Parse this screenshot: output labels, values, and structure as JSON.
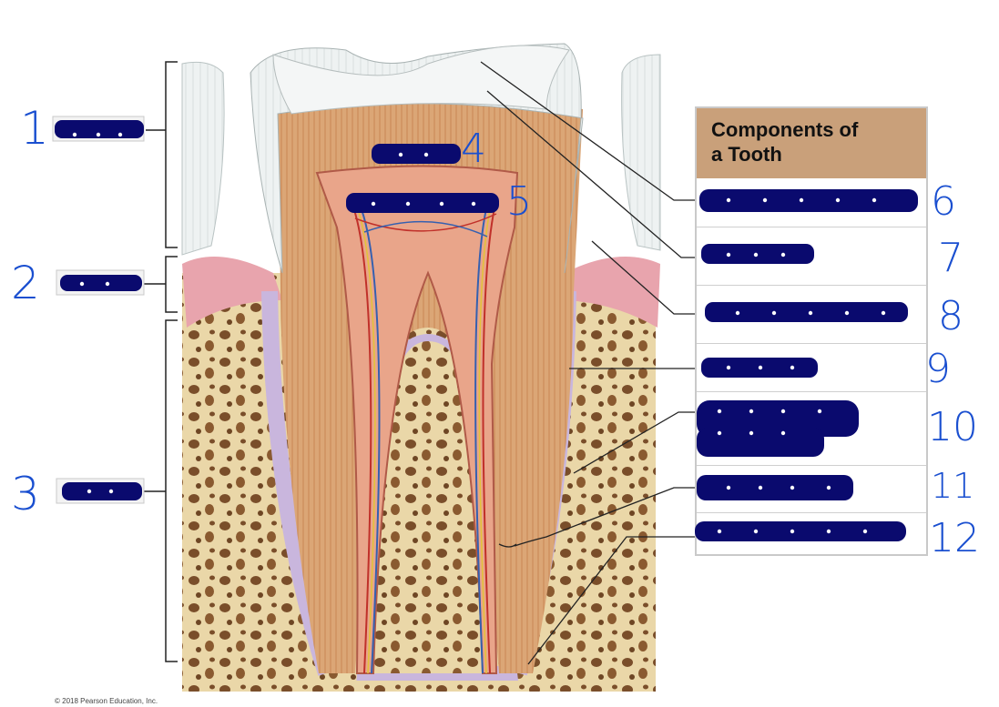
{
  "panel": {
    "title_line1": "Components of",
    "title_line2": "a Tooth"
  },
  "handwritten_numbers": {
    "n1": "1",
    "n2": "2",
    "n3": "3",
    "n4": "4",
    "n5": "5",
    "n6": "6",
    "n7": "7",
    "n8": "8",
    "n9": "9",
    "n10": "10",
    "n11": "11",
    "n12": "12"
  },
  "copyright": "© 2018 Pearson Education, Inc.",
  "colors": {
    "redaction": "#0a0a6e",
    "handwriting": "#1a4fd0",
    "panel_header": "#c9a07a",
    "enamel": "#e8ecec",
    "dentin": "#d9a070",
    "pulp": "#e9a58a",
    "bone": "#e8d6a8",
    "gum": "#e8a4ad"
  }
}
